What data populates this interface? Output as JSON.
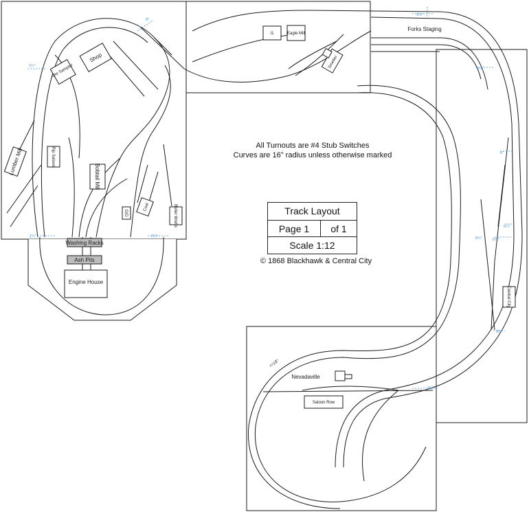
{
  "notes": {
    "turnouts": "All Turnouts are #4 Stub Switches",
    "curves": "Curves are 16\" radius unless otherwise marked"
  },
  "title_block": {
    "title": "Track Layout",
    "page_label": "Page 1",
    "page_of": "of 1",
    "scale": "Scale 1:12"
  },
  "copyright": "© 1868 Blackhawk & Central City",
  "buildings": {
    "shop": "Shop",
    "ore_sampler": "Ore Sampler",
    "lumber_mill": "Lumber Mill",
    "rip_saloon": "Rip Saloon",
    "bobtail_mill": "Bobtail Mill",
    "o_d": "O/D",
    "coal": "Coal",
    "boiler_works": "Boiler Works",
    "washing_racks": "Washing Racks",
    "ash_pits": "Ash Pits",
    "engine_house": "Engine House",
    "i1": "I1",
    "eagle_mill": "Eagle Mill",
    "smelter": "Smelter",
    "central_city": "Central City",
    "saloon_row": "Saloon Row"
  },
  "places": {
    "forks_staging": "Forks Staging",
    "nevadaville": "Nevadaville",
    "radius_note": "r=18\""
  },
  "measurements": {
    "m_8": "8\"",
    "m_1q_left": "1¼\"",
    "m_1q_bot": "1¼\"",
    "m_2q_bot": "2¼\"",
    "m_2q_top": "2¼\"",
    "m_3half": "3½\"",
    "m_6": "6\"",
    "m_5q_a": "5¼\"",
    "m_5q_b": "5¼\"",
    "m_6q": "6¼\"",
    "m_3q": "3¼\"",
    "m_7q": "7¼\""
  }
}
